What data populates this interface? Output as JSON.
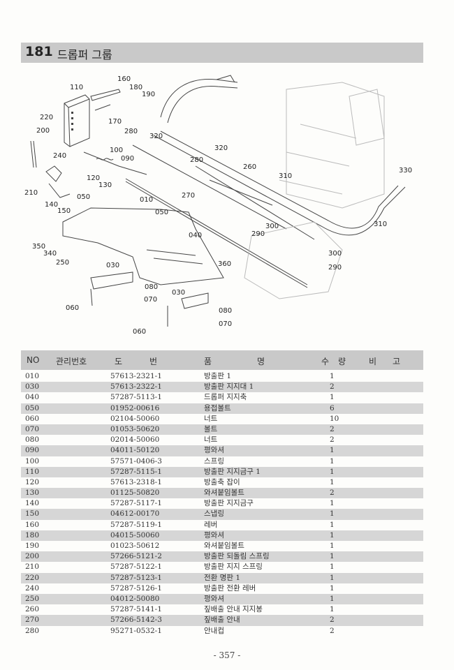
{
  "header": {
    "section_number": "181",
    "title": "드롭퍼 그룹"
  },
  "diagram": {
    "callouts": [
      "110",
      "160",
      "180",
      "190",
      "220",
      "200",
      "170",
      "280",
      "320",
      "100",
      "090",
      "240",
      "120",
      "130",
      "210",
      "140",
      "150",
      "050",
      "010",
      "050",
      "320",
      "280",
      "260",
      "310",
      "330",
      "270",
      "300",
      "290",
      "310",
      "350",
      "340",
      "250",
      "040",
      "030",
      "360",
      "080",
      "070",
      "030",
      "060",
      "080",
      "070",
      "060",
      "300",
      "290"
    ]
  },
  "table": {
    "headers": {
      "no": "NO",
      "mgmt": "관리번호",
      "drawing_1": "도",
      "drawing_2": "번",
      "name_1": "품",
      "name_2": "명",
      "qty_1": "수",
      "qty_2": "량",
      "note_1": "비",
      "note_2": "고"
    },
    "rows": [
      {
        "no": "010",
        "part": "57613-2321-1",
        "name": "방출판 1",
        "qty": "1"
      },
      {
        "no": "030",
        "part": "57613-2322-1",
        "name": "방출판 지지대 1",
        "qty": "2"
      },
      {
        "no": "040",
        "part": "57287-5113-1",
        "name": "드롭퍼 지지축",
        "qty": "1"
      },
      {
        "no": "050",
        "part": "01952-00616",
        "name": "용접볼트",
        "qty": "6"
      },
      {
        "no": "060",
        "part": "02104-50060",
        "name": "너트",
        "qty": "10"
      },
      {
        "no": "070",
        "part": "01053-50620",
        "name": "볼트",
        "qty": "2"
      },
      {
        "no": "080",
        "part": "02014-50060",
        "name": "너트",
        "qty": "2"
      },
      {
        "no": "090",
        "part": "04011-50120",
        "name": "평와셔",
        "qty": "1"
      },
      {
        "no": "100",
        "part": "57571-0406-3",
        "name": "스프링",
        "qty": "1"
      },
      {
        "no": "110",
        "part": "57287-5115-1",
        "name": "방출판 지지금구 1",
        "qty": "1"
      },
      {
        "no": "120",
        "part": "57613-2318-1",
        "name": "방출축 잡이",
        "qty": "1"
      },
      {
        "no": "130",
        "part": "01125-50820",
        "name": "와셔붙임볼트",
        "qty": "2"
      },
      {
        "no": "140",
        "part": "57287-5117-1",
        "name": "방출판 지지금구",
        "qty": "1"
      },
      {
        "no": "150",
        "part": "04612-00170",
        "name": "스냅링",
        "qty": "1"
      },
      {
        "no": "160",
        "part": "57287-5119-1",
        "name": "레버",
        "qty": "1"
      },
      {
        "no": "180",
        "part": "04015-50060",
        "name": "평와셔",
        "qty": "1"
      },
      {
        "no": "190",
        "part": "01023-50612",
        "name": "와셔붙임볼트",
        "qty": "1"
      },
      {
        "no": "200",
        "part": "57266-5121-2",
        "name": "방출판 되돌림 스프링",
        "qty": "1"
      },
      {
        "no": "210",
        "part": "57287-5122-1",
        "name": "방출판 지지 스프링",
        "qty": "1"
      },
      {
        "no": "220",
        "part": "57287-5123-1",
        "name": "전환 명판 1",
        "qty": "1"
      },
      {
        "no": "240",
        "part": "57287-5126-1",
        "name": "방출판 전환 레버",
        "qty": "1"
      },
      {
        "no": "250",
        "part": "04012-50080",
        "name": "평와셔",
        "qty": "1"
      },
      {
        "no": "260",
        "part": "57287-5141-1",
        "name": "짚배출 안내 지지봉",
        "qty": "1"
      },
      {
        "no": "270",
        "part": "57266-5142-3",
        "name": "짚배출 안내",
        "qty": "2"
      },
      {
        "no": "280",
        "part": "95271-0532-1",
        "name": "안내컵",
        "qty": "2"
      }
    ]
  },
  "footer": {
    "page_number": "- 357 -"
  }
}
